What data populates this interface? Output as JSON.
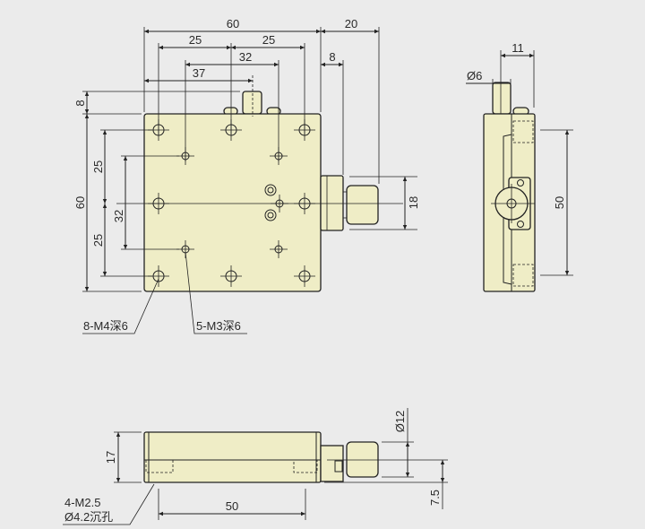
{
  "top_view": {
    "dims": {
      "width": "60",
      "knob_extent": "20",
      "pitch_a1": "25",
      "pitch_a2": "25",
      "pitch_b": "32",
      "knob_offset": "37",
      "collar": "8",
      "top_height": "8",
      "height": "60",
      "pitch_v1": "25",
      "pitch_v2": "25",
      "pitch_v3": "32",
      "knob_dia": "18"
    },
    "labels": {
      "m4_holes": "8-M4深6",
      "m3_holes": "5-M3深6"
    }
  },
  "side_view": {
    "dims": {
      "offset": "11",
      "pin_dia": "Ø6",
      "hole_pitch": "50"
    }
  },
  "front_view": {
    "dims": {
      "height": "17",
      "knob_dia": "Ø12",
      "axis_height": "7.5",
      "hole_pitch": "50"
    },
    "labels": {
      "holes_line1": "4-M2.5",
      "holes_line2": "Ø4.2沉孔"
    }
  },
  "colors": {
    "background": "#ebebeb",
    "body": "#efedc6"
  }
}
